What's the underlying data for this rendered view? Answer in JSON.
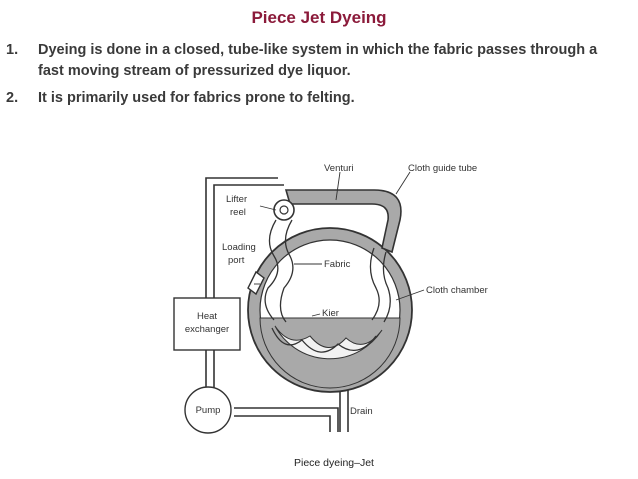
{
  "slide": {
    "title": "Piece Jet Dyeing",
    "items": [
      {
        "num": "1.",
        "text": "Dyeing is done in a closed, tube-like system in which the fabric passes through a fast moving stream of pressurized dye liquor."
      },
      {
        "num": "2.",
        "text": "It is primarily used for fabrics prone to felting."
      }
    ]
  },
  "diagram": {
    "labels": {
      "venturi": "Venturi",
      "cloth_guide_tube": "Cloth guide tube",
      "lifter": "Lifter",
      "reel": "reel",
      "loading": "Loading",
      "port": "port",
      "fabric": "Fabric",
      "cloth_chamber": "Cloth chamber",
      "heat": "Heat",
      "exchanger": "exchanger",
      "kier": "Kier",
      "pump": "Pump",
      "drain": "Drain"
    },
    "caption": "Piece dyeing–Jet",
    "colors": {
      "shade": "#a9a9a9",
      "line": "#333333"
    }
  }
}
